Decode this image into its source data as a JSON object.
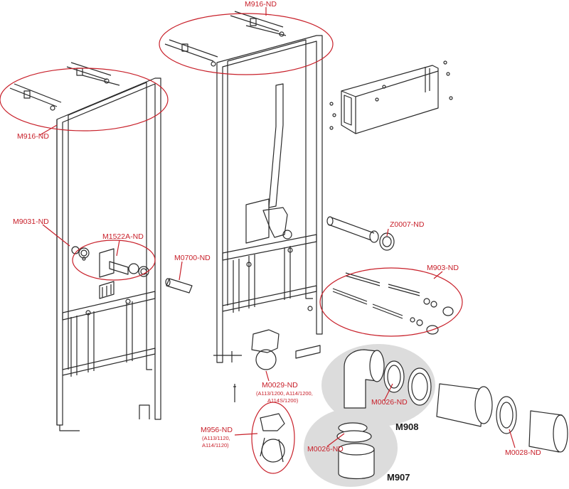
{
  "labels": {
    "m916_top": "M916-ND",
    "m916_left": "M916-ND",
    "m9031": "M9031-ND",
    "m1522a": "M1522A-ND",
    "m0700": "M0700-ND",
    "z0007": "Z0007-ND",
    "m903": "M903-ND",
    "m0029": "M0029-ND",
    "m0029_sub": [
      "(A113/1200, A114/1200,",
      "A114S/1200)"
    ],
    "m956": "M956-ND",
    "m956_sub": [
      "(A113/1120,",
      "A114/1120)"
    ],
    "m0026_a": "M0026-ND",
    "m0026_b": "M0026-ND",
    "m0028": "M0028-ND",
    "m908": "M908",
    "m907": "M907"
  },
  "colors": {
    "callout": "#c8202a",
    "line": "#2a2a2a",
    "kit_bubble": "#dcdcdc"
  }
}
